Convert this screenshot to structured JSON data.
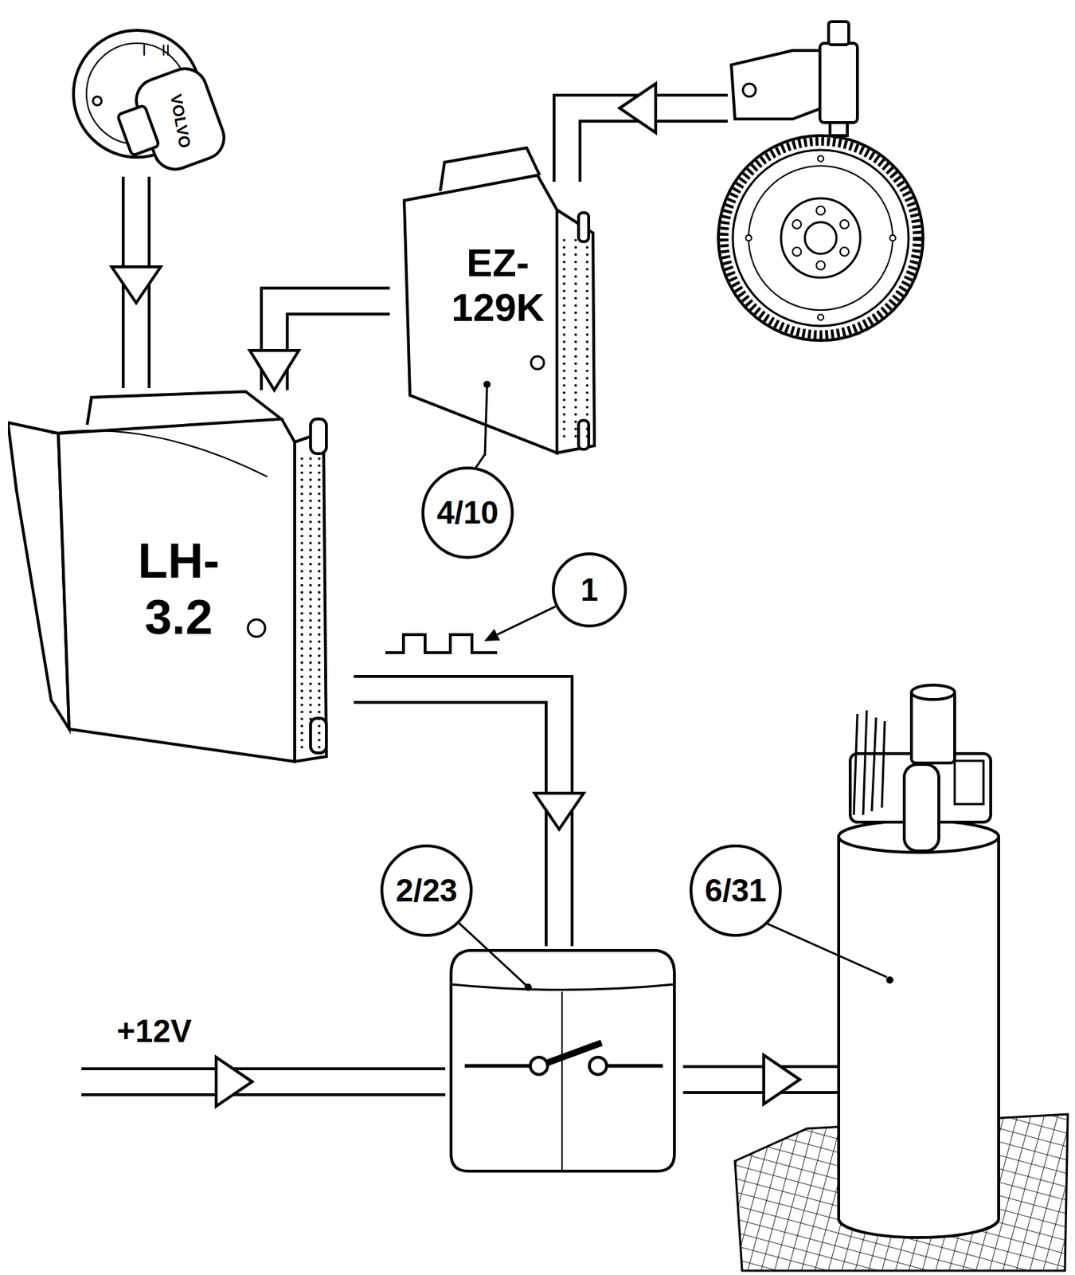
{
  "diagram": {
    "nodes": [
      {
        "text": [
          "EZ- 129K"
        ]
      },
      {
        "text": [
          "LH- 3.2"
        ]
      }
    ],
    "edges": [
      {
        "from": 0,
        "to": 1,
        "arrow": "to"
      }
    ],
    "labels": [
      "I",
      "II",
      "VOLVO",
      "4/10",
      "1",
      "2/23",
      "6/31",
      "+12V"
    ]
  }
}
